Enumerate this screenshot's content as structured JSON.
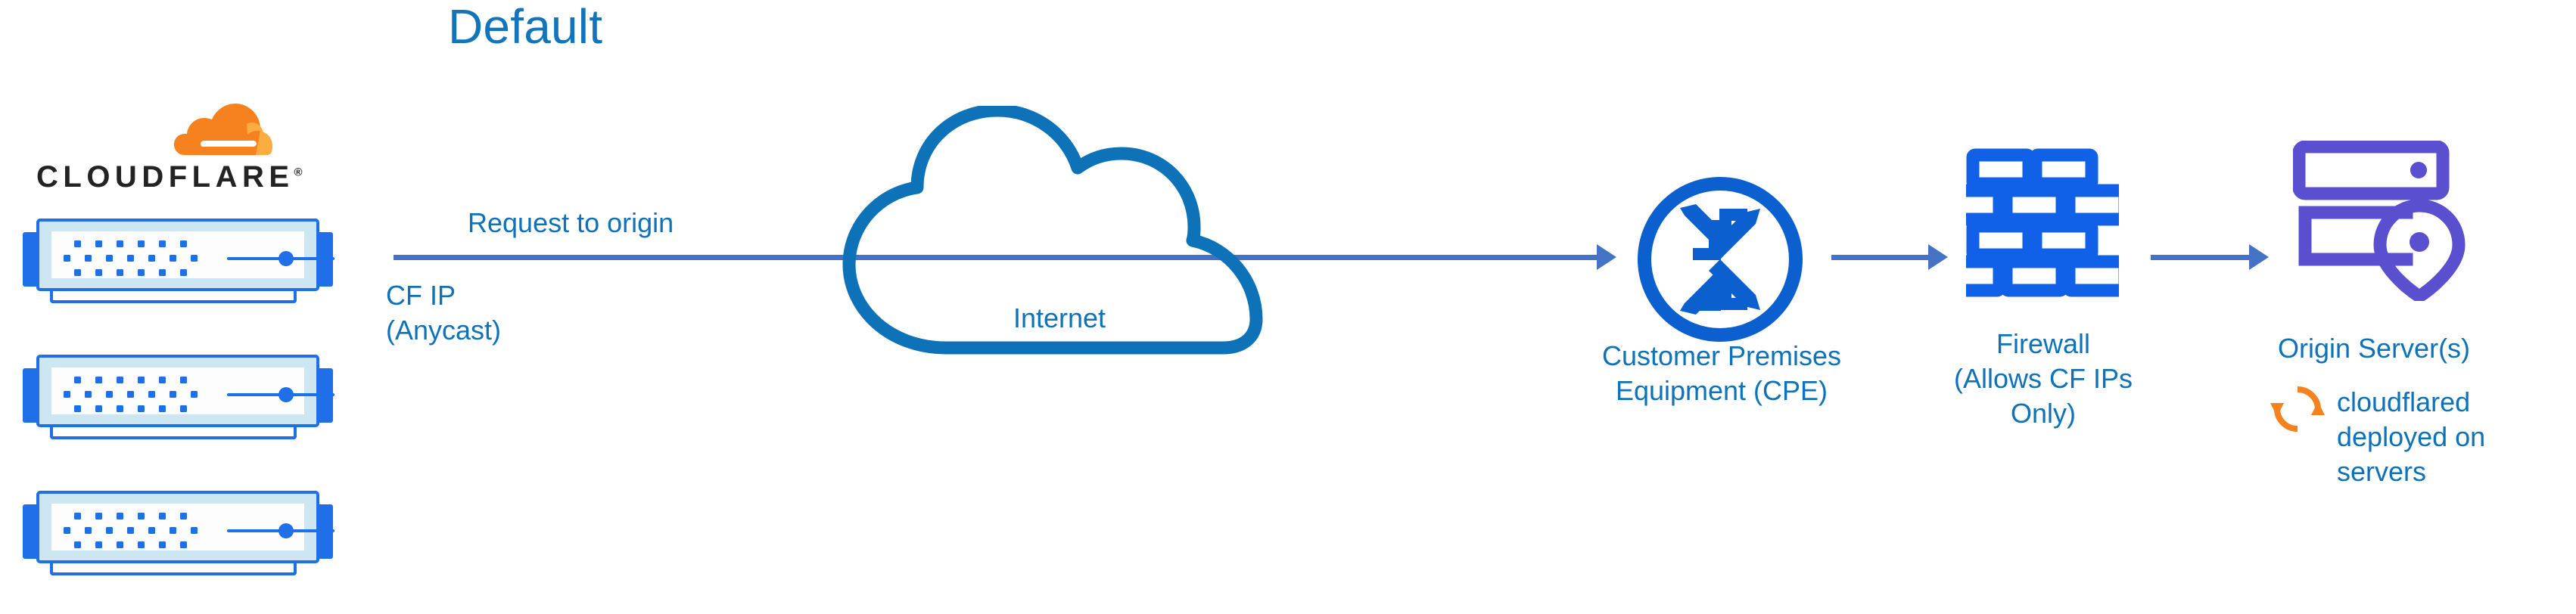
{
  "title": "Default",
  "colors": {
    "title_blue": "#1275BC",
    "label_blue": "#0E72B8",
    "arrow_blue": "#4472C4",
    "node_blue": "#0B5FCE",
    "edge_blue": "#1F6FE8",
    "chassis_fill": "#CCE7F2",
    "origin_purple": "#5A4FCF",
    "cloudflare_orange": "#F6821F",
    "cloudflare_orange_light": "#FBAD41",
    "wordmark_dark": "#232323"
  },
  "cloudflare": {
    "wordmark": "CLOUDFLARE",
    "registered_mark": "®",
    "icon": "cloudflare-cloud-logo",
    "edge_server_count": 3
  },
  "labels": {
    "request_to_origin": "Request to origin",
    "cf_ip": "CF IP\n(Anycast)",
    "internet": "Internet",
    "cpe": "Customer Premises\nEquipment (CPE)",
    "firewall": "Firewall\n(Allows CF IPs Only)",
    "origin_server": "Origin Server(s)",
    "cloudflared_note": "cloudflared\ndeployed on\nservers"
  },
  "icons": {
    "internet": "cloud-icon",
    "cpe": "router-circle-arrows-icon",
    "firewall": "brick-wall-icon",
    "origin": "server-rack-location-pin-icon",
    "cloudflared": "circular-sync-arrows-icon",
    "edge_server": "edge-server-unit-icon"
  },
  "flow": {
    "steps": [
      "Cloudflare Edge (CF IP / Anycast)",
      "Internet",
      "Customer Premises Equipment (CPE)",
      "Firewall (Allows CF IPs Only)",
      "Origin Server(s)"
    ],
    "arrow_count": 3
  }
}
